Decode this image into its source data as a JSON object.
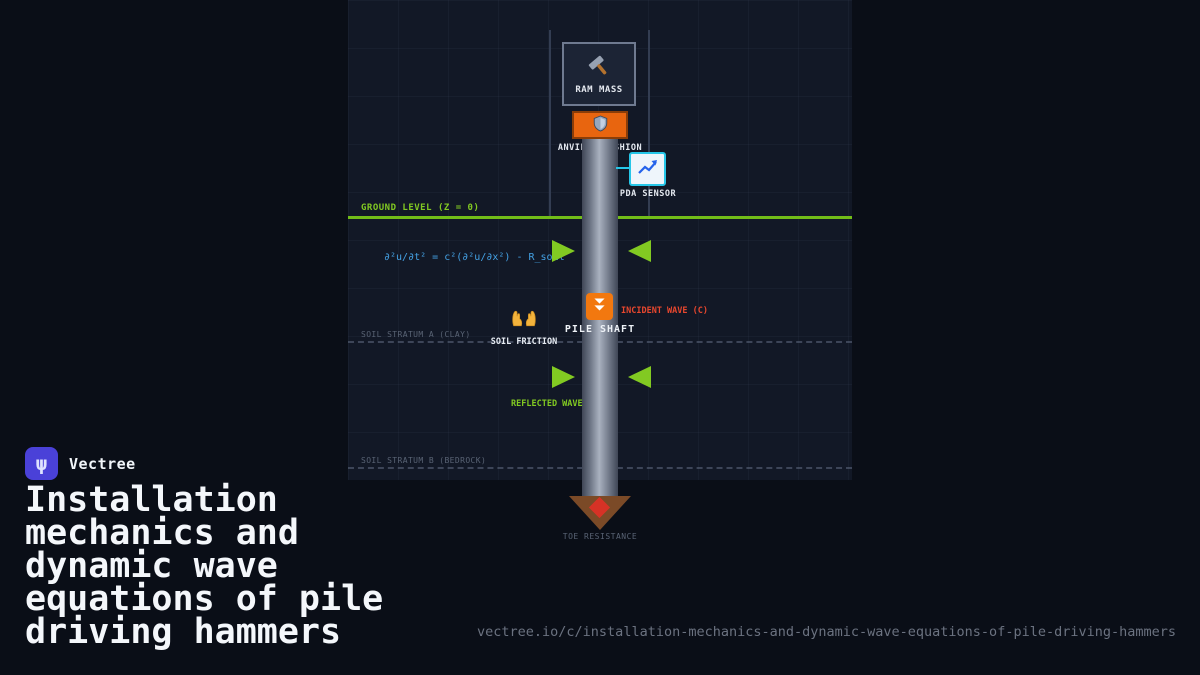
{
  "theme": {
    "page_bg": "#0a0e17",
    "panel_bg": "#121826",
    "accent_green": "#82ca22",
    "accent_cyan": "#26c6e8",
    "accent_blue": "#44a1e4",
    "accent_orange": "#f2780f",
    "accent_red": "#e8472e",
    "muted_gray": "#596374",
    "logo_purple": "#4a41d8"
  },
  "brand": {
    "name": "Vectree",
    "logo_glyph": "ψ",
    "logo_icon": "trident-psi-icon"
  },
  "hero": {
    "title": "Installation mechanics and dynamic wave equations of pile driving hammers",
    "title_lines": [
      "Installation",
      "mechanics and",
      "dynamic wave",
      "equations of pile",
      "driving hammers"
    ]
  },
  "footer": {
    "url": "vectree.io/c/installation-mechanics-and-dynamic-wave-equations-of-pile-driving-hammers"
  },
  "diagram": {
    "ram_mass": {
      "label": "RAM MASS",
      "icon": "hammer-icon"
    },
    "anvil": {
      "label": "ANVIL / CUSHION",
      "icon": "shield-icon"
    },
    "pda": {
      "label": "PDA SENSOR",
      "icon": "chart-icon"
    },
    "ground": {
      "label": "GROUND LEVEL (Z = 0)"
    },
    "equation": {
      "text": "∂²u/∂t² = c²(∂²u/∂x²) - R_soil"
    },
    "incident": {
      "label": "INCIDENT WAVE (C)",
      "icon": "double-down-icon"
    },
    "pile": {
      "label": "PILE SHAFT"
    },
    "friction": {
      "label": "SOIL FRICTION",
      "icon": "open-hands-icon"
    },
    "stratum_a": {
      "label": "SOIL STRATUM A (CLAY)"
    },
    "reflected": {
      "label": "REFLECTED WAVE"
    },
    "stratum_b": {
      "label": "SOIL STRATUM B (BEDROCK)"
    },
    "toe": {
      "label": "TOE RESISTANCE",
      "icon": "red-diamond-icon"
    }
  }
}
